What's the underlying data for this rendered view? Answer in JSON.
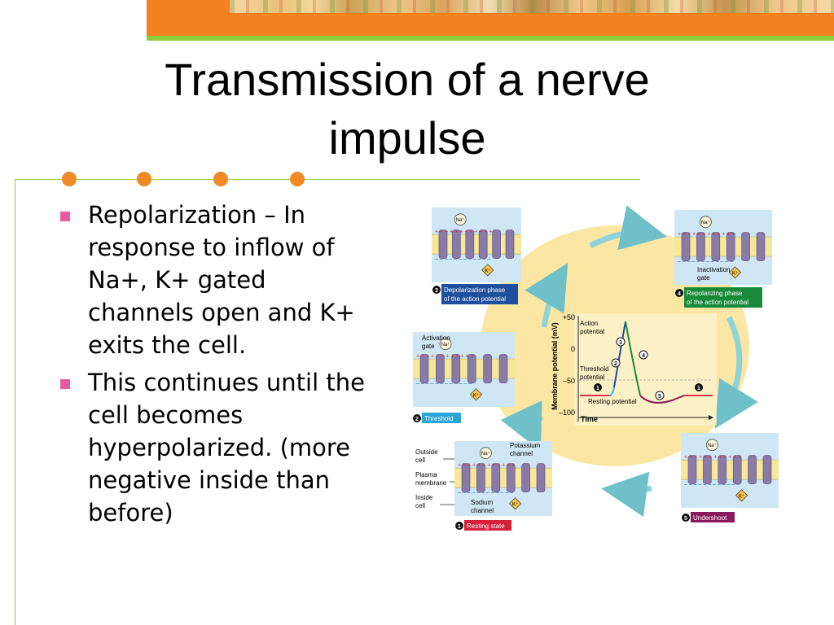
{
  "slide": {
    "title": "Transmission of a nerve impulse",
    "bullets": [
      "Repolarization – In response to inflow of Na+, K+ gated channels open and K+ exits the cell.",
      "This continues until the cell becomes hyperpolarized. (more negative inside than before)"
    ]
  },
  "figure": {
    "graph": {
      "y_axis_label": "Membrane potential (mV)",
      "y_ticks": [
        "+50",
        "0",
        "–50",
        "–100"
      ],
      "x_axis_label": "Time",
      "annotations": {
        "action_potential": [
          "Action",
          "potential"
        ],
        "threshold": [
          "Threshold",
          "potential"
        ],
        "resting": "Resting potential"
      },
      "curve_steps": [
        "1",
        "2",
        "3",
        "4",
        "5",
        "1"
      ]
    },
    "panels": {
      "depolarization": {
        "number": "3",
        "caption": [
          "Depolarization phase",
          "of the action potential"
        ],
        "caption_color": "#1f4e9c"
      },
      "repolarizing": {
        "number": "4",
        "caption": [
          "Repolarizing phase",
          "of the action potential"
        ],
        "caption_color": "#1a8a3a",
        "label": [
          "Inactivation",
          "gate"
        ]
      },
      "threshold": {
        "number": "2",
        "caption": "Threshold",
        "caption_color": "#2aa5d8",
        "label": [
          "Activation",
          "gate"
        ]
      },
      "resting": {
        "number": "1",
        "caption": "Resting state",
        "caption_color": "#d6203a",
        "labels": {
          "potassium": [
            "Potassium",
            "channel"
          ],
          "sodium": [
            "Sodium",
            "channel"
          ]
        }
      },
      "undershoot": {
        "number": "5",
        "caption": "Undershoot",
        "caption_color": "#8a1a5c"
      }
    },
    "side_labels": {
      "outside": [
        "Outside",
        "cell"
      ],
      "membrane": [
        "Plasma",
        "membrane"
      ],
      "inside": [
        "Inside",
        "cell"
      ]
    },
    "ions": {
      "na": "Na⁺",
      "k": "K⁺"
    }
  }
}
